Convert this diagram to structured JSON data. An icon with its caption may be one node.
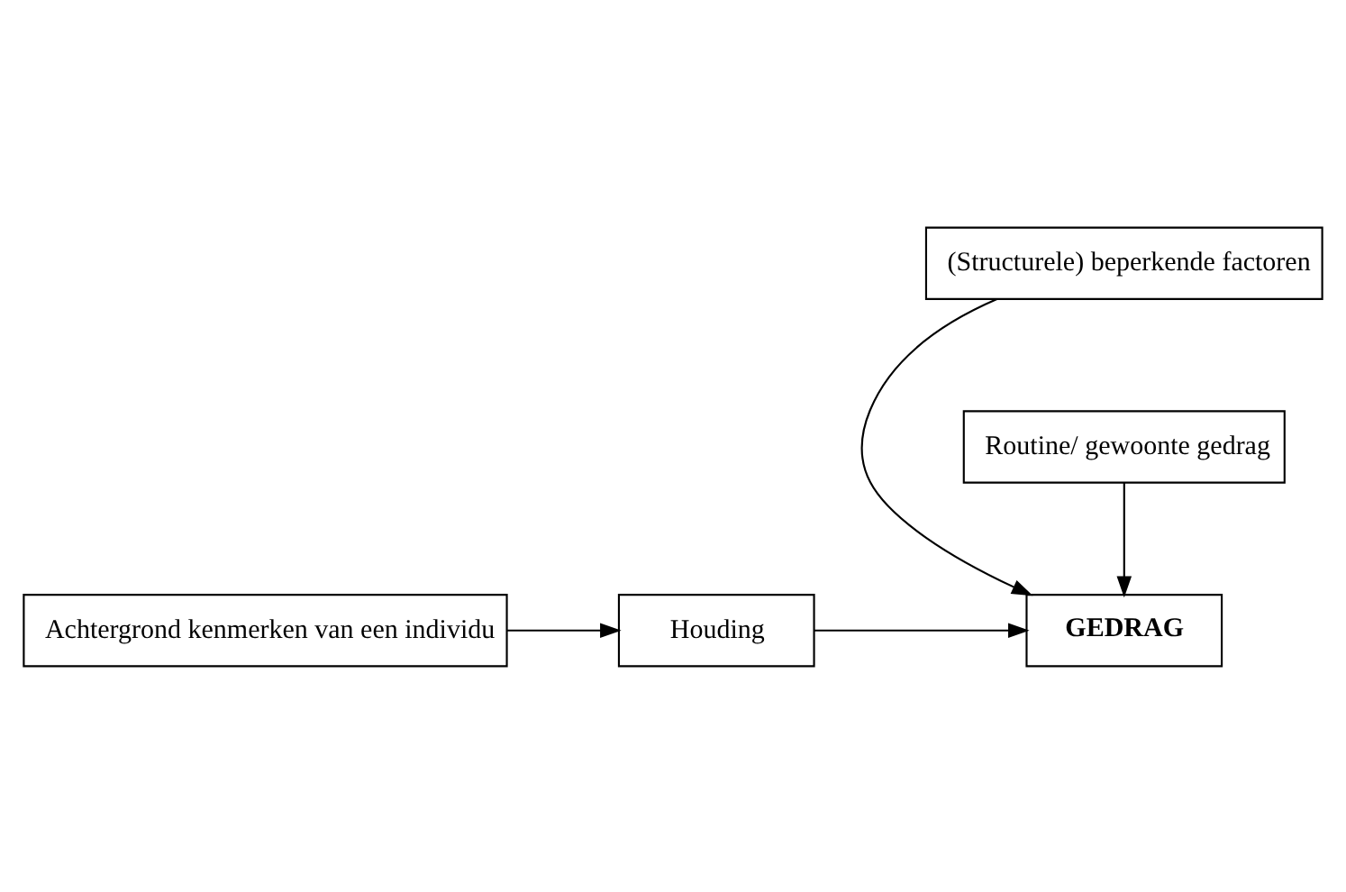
{
  "diagram": {
    "nodes": [
      {
        "text": [
          "(Structurele) beperkende factoren"
        ]
      },
      {
        "text": [
          "Achtergrond kenmerken van een individu"
        ]
      },
      {
        "text": [
          "Houding"
        ]
      },
      {
        "text": [
          "GEDRAG"
        ]
      },
      {
        "text": [
          "Routine/ gewoonte gedrag"
        ]
      }
    ],
    "edges": [
      {
        "from": 1,
        "to": 2,
        "arrow": "to"
      },
      {
        "from": 2,
        "to": 3,
        "arrow": "to"
      },
      {
        "from": 0,
        "to": 3,
        "arrow": "to"
      },
      {
        "from": 4,
        "to": 3,
        "arrow": "to"
      }
    ]
  }
}
